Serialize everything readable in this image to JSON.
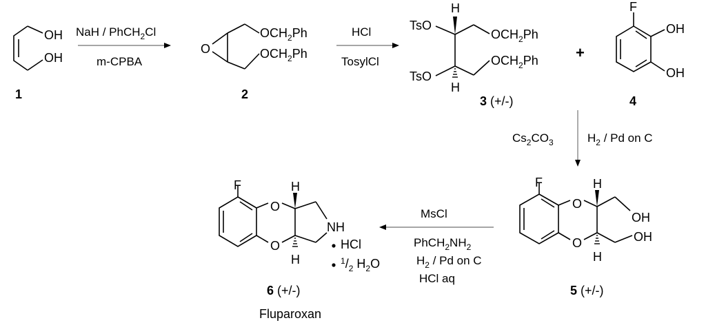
{
  "compounds": {
    "c1": {
      "number": "1",
      "oh_top": "OH",
      "oh_bottom": "OH"
    },
    "c2": {
      "number": "2",
      "epoxide_o": "O",
      "sub_top": "OCH2Ph",
      "sub_bottom": "OCH2Ph"
    },
    "c3": {
      "number": "3",
      "stereo": "(+/-)",
      "ts_top": "TsO",
      "ts_bottom": "TsO",
      "h_top": "H",
      "h_bottom": "H",
      "sub_top": "OCH2Ph",
      "sub_bottom": "OCH2Ph"
    },
    "c4": {
      "number": "4",
      "f": "F",
      "oh_top": "OH",
      "oh_bottom": "OH"
    },
    "c5": {
      "number": "5",
      "stereo": "(+/-)",
      "f": "F",
      "o_top": "O",
      "o_bottom": "O",
      "h_top": "H",
      "h_bottom": "H",
      "oh_top": "OH",
      "oh_bottom": "OH"
    },
    "c6": {
      "number": "6",
      "stereo": "(+/-)",
      "f": "F",
      "o_top": "O",
      "o_bottom": "O",
      "h_top": "H",
      "h_bottom": "H",
      "nh": "NH",
      "salt": "HCl",
      "hydrate": "1/2 H2O",
      "name": "Fluparoxan"
    }
  },
  "plus_sign": "+",
  "reagents": {
    "step1": {
      "above": "NaH / PhCH2Cl",
      "below": "m-CPBA"
    },
    "step2": {
      "above": "HCl",
      "below": "TosylCl"
    },
    "step3": {
      "left": "Cs2CO3",
      "right": "H2 / Pd on C"
    },
    "step4": {
      "line1": "MsCl",
      "line2": "PhCH2NH2",
      "line3": "H2 / Pd on C",
      "line4": "HCl aq"
    }
  }
}
